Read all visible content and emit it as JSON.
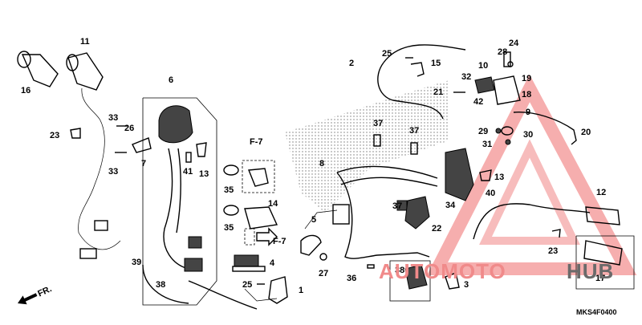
{
  "callouts": {
    "c1": "1",
    "c2": "2",
    "c3": "3",
    "c4": "4",
    "c5": "5",
    "c6": "6",
    "c7": "7",
    "c8": "8",
    "c9": "9",
    "c10": "10",
    "c11": "11",
    "c12": "12",
    "c13a": "13",
    "c13b": "13",
    "c14": "14",
    "c15": "15",
    "c16": "16",
    "c17": "17",
    "c18": "18",
    "c19": "19",
    "c20": "20",
    "c21": "21",
    "c22": "22",
    "c23a": "23",
    "c23b": "23",
    "c24": "24",
    "c25a": "25",
    "c25b": "25",
    "c26": "26",
    "c27": "27",
    "c28": "28",
    "c29": "29",
    "c30": "30",
    "c31": "31",
    "c32": "32",
    "c33a": "33",
    "c33b": "33",
    "c34": "34",
    "c35a": "35",
    "c35b": "35",
    "c36": "36",
    "c37a": "37",
    "c37b": "37",
    "c37c": "37",
    "c38a": "38",
    "c38b": "38",
    "c39": "39",
    "c40": "40",
    "c41": "41",
    "c42": "42"
  },
  "references": {
    "f7_top": "F-7",
    "f7_arrow": "F-7"
  },
  "direction_label": "FR.",
  "diagram_code": "MKS4F0400",
  "watermark": {
    "part1": "AUTOMOTO",
    "part2": "HUB",
    "accent": "#e84a4a",
    "dark": "#555555"
  }
}
